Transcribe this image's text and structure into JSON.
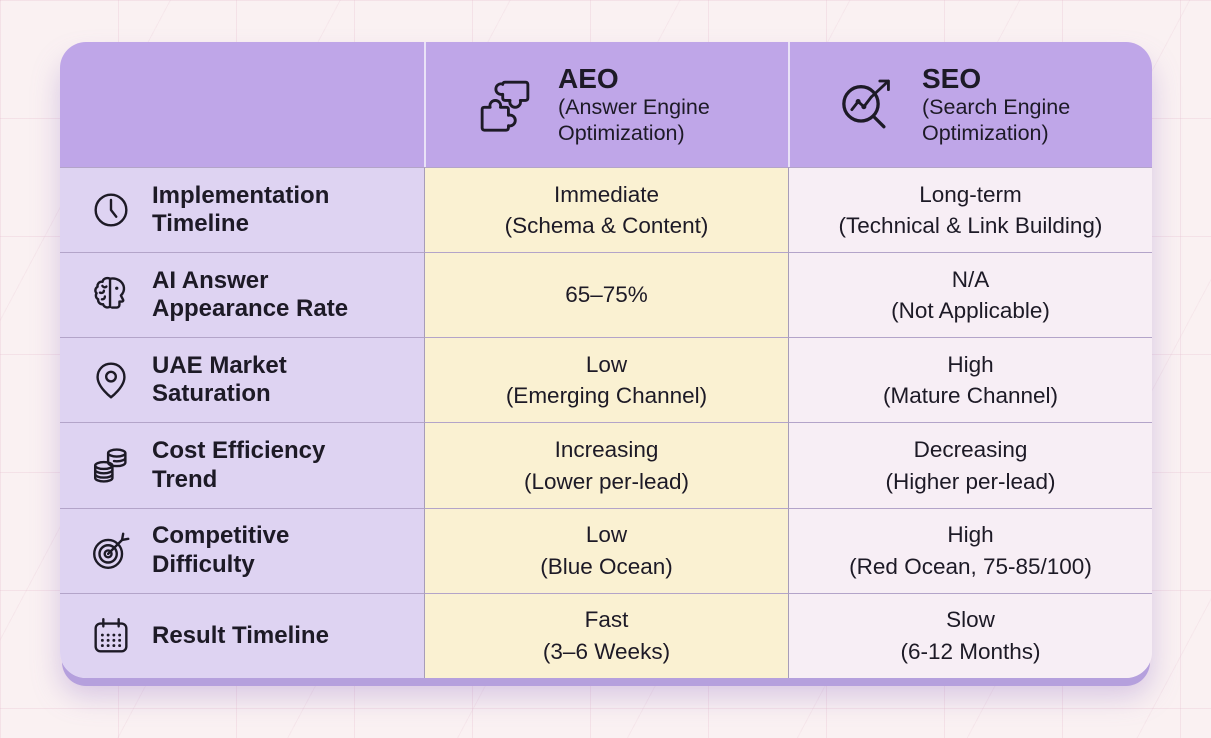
{
  "colors": {
    "page_bg": "#faf1f2",
    "header_bg": "#bfa6e8",
    "label_bg": "#ded3f2",
    "aeo_bg": "#faf1d2",
    "seo_bg": "#f7eef5",
    "row_divider": "#b3a4c9",
    "col_divider": "#a79db8",
    "header_divider": "#e9e2f7",
    "card_shadow": "#b5a0dd",
    "text": "#1d1a26"
  },
  "header": {
    "aeo": {
      "icon": "puzzle-icon",
      "title": "AEO",
      "subtitle": "(Answer Engine Optimization)"
    },
    "seo": {
      "icon": "magnifier-trend-icon",
      "title": "SEO",
      "subtitle": "(Search Engine Optimization)"
    }
  },
  "rows": [
    {
      "icon": "clock-icon",
      "label": "Implementation Timeline",
      "aeo": {
        "value": "Immediate",
        "note": "(Schema & Content)"
      },
      "seo": {
        "value": "Long-term",
        "note": "(Technical & Link Building)"
      }
    },
    {
      "icon": "brain-head-icon",
      "label": "AI Answer Appearance Rate",
      "aeo": {
        "value": "65–75%",
        "note": ""
      },
      "seo": {
        "value": "N/A",
        "note": "(Not Applicable)"
      }
    },
    {
      "icon": "location-pin-icon",
      "label": "UAE Market Saturation",
      "aeo": {
        "value": "Low",
        "note": "(Emerging Channel)"
      },
      "seo": {
        "value": "High",
        "note": "(Mature Channel)"
      }
    },
    {
      "icon": "coins-icon",
      "label": "Cost Efficiency Trend",
      "aeo": {
        "value": "Increasing",
        "note": "(Lower per-lead)"
      },
      "seo": {
        "value": "Decreasing",
        "note": "(Higher per-lead)"
      }
    },
    {
      "icon": "target-arrow-icon",
      "label": "Competitive Difficulty",
      "aeo": {
        "value": "Low",
        "note": "(Blue Ocean)"
      },
      "seo": {
        "value": "High",
        "note": "(Red Ocean, 75-85/100)"
      }
    },
    {
      "icon": "calendar-icon",
      "label": "Result Timeline",
      "aeo": {
        "value": "Fast",
        "note": "(3–6 Weeks)"
      },
      "seo": {
        "value": "Slow",
        "note": "(6-12 Months)"
      }
    }
  ],
  "chart_data": {
    "type": "table",
    "columns": [
      "",
      "AEO (Answer Engine Optimization)",
      "SEO (Search Engine Optimization)"
    ],
    "rows": [
      [
        "Implementation Timeline",
        "Immediate (Schema & Content)",
        "Long-term (Technical & Link Building)"
      ],
      [
        "AI Answer Appearance Rate",
        "65–75%",
        "N/A (Not Applicable)"
      ],
      [
        "UAE Market Saturation",
        "Low (Emerging Channel)",
        "High (Mature Channel)"
      ],
      [
        "Cost Efficiency Trend",
        "Increasing (Lower per-lead)",
        "Decreasing (Higher per-lead)"
      ],
      [
        "Competitive Difficulty",
        "Low (Blue Ocean)",
        "High (Red Ocean, 75-85/100)"
      ],
      [
        "Result Timeline",
        "Fast (3–6 Weeks)",
        "Slow (6-12 Months)"
      ]
    ]
  }
}
